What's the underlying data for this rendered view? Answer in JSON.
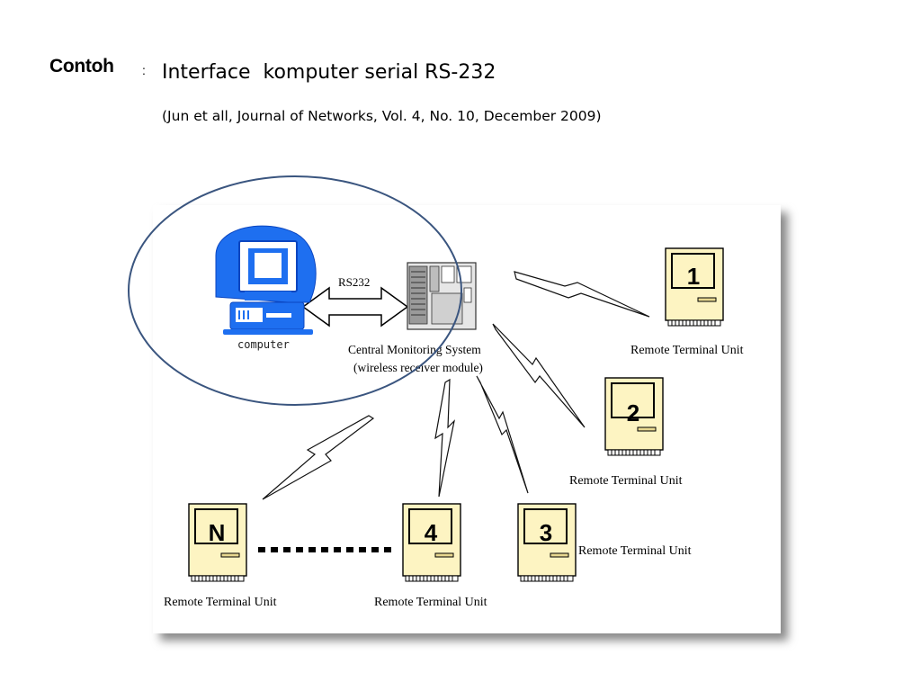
{
  "heading": {
    "label": "Contoh",
    "separator": ":",
    "title": "Interface  komputer serial RS-232",
    "citation": "(Jun et all, Journal of Networks, Vol. 4, No. 10, December 2009)"
  },
  "diagram": {
    "computer_label": "computer",
    "link_label": "RS232",
    "central_line1": "Central Monitoring System",
    "central_line2": "(wireless receiver module)",
    "rtu_label": "Remote Terminal Unit",
    "units": [
      {
        "id": "1",
        "label": "Remote Terminal Unit"
      },
      {
        "id": "2",
        "label": "Remote Terminal Unit"
      },
      {
        "id": "3",
        "label": "Remote Terminal Unit"
      },
      {
        "id": "4",
        "label": "Remote Terminal Unit"
      },
      {
        "id": "N",
        "label": "Remote Terminal Unit"
      }
    ],
    "colors": {
      "computer": "#1e6ff0",
      "unit_fill": "#fdf4c2",
      "highlight_ellipse": "#3a557f",
      "server": "#777777"
    }
  }
}
